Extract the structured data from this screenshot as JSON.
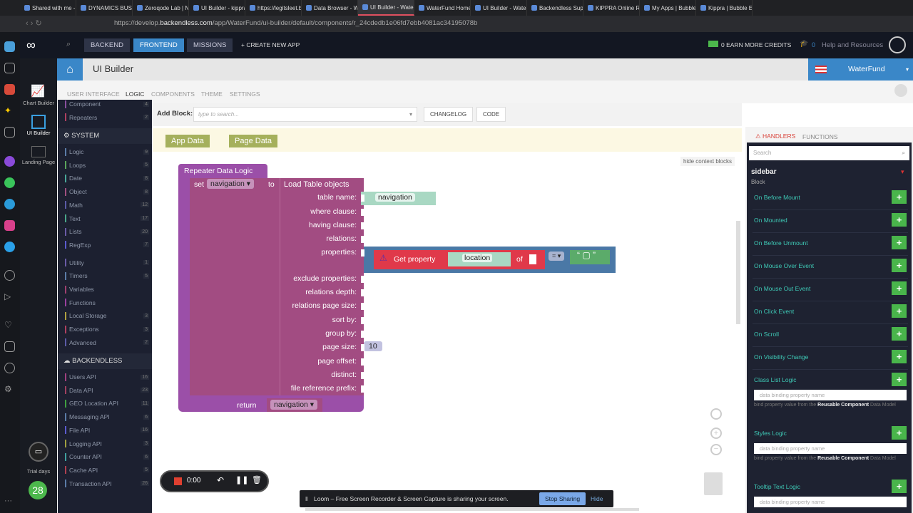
{
  "browser": {
    "tabs": [
      "Shared with me - G",
      "DYNAMICS BUSINE",
      "Zeroqode Lab | No",
      "UI Builder - kippra",
      "https://legitsleet.b",
      "Data Browser - Wa",
      "UI Builder - WaterF",
      "WaterFund Home p",
      "UI Builder - WaterF",
      "Backendless Suppo",
      "KIPPRA Online Reg",
      "My Apps | Bubble",
      "Kippra | Bubble Edi"
    ],
    "active_tab": 6,
    "url_prefix": "https://develop.",
    "url_domain": "backendless.com",
    "url_path": "/app/WaterFund/ui-builder/default/components/r_24cdedb1e06fd7ebb4081ac34195078b"
  },
  "apps": {
    "items": [
      "Chart Builder",
      "UI Builder",
      "Landing Page"
    ],
    "trial": "Trial days",
    "trial_count": "28"
  },
  "header": {
    "nav": [
      "BACKEND",
      "FRONTEND",
      "MISSIONS"
    ],
    "active": "FRONTEND",
    "create": "+ CREATE NEW APP",
    "credits": "0 EARN MORE CREDITS",
    "missions_count": "0",
    "help": "Help and Resources"
  },
  "ub": {
    "title": "UI Builder",
    "app": "WaterFund",
    "tabs": [
      "USER INTERFACE",
      "LOGIC",
      "COMPONENTS",
      "THEME",
      "SETTINGS"
    ],
    "active_tab": "LOGIC"
  },
  "blocks_sidebar": {
    "top": [
      {
        "label": "Component",
        "count": "4",
        "color": "#8a4fa0"
      },
      {
        "label": "Repeaters",
        "count": "2",
        "color": "#b04060"
      }
    ],
    "system_title": "SYSTEM",
    "system": [
      {
        "label": "Logic",
        "count": "9",
        "color": "#5b7ca8"
      },
      {
        "label": "Loops",
        "count": "5",
        "color": "#5ba55b"
      },
      {
        "label": "Date",
        "count": "8",
        "color": "#4aa89a"
      },
      {
        "label": "Object",
        "count": "8",
        "color": "#a05080"
      },
      {
        "label": "Math",
        "count": "12",
        "color": "#5b5ba8"
      },
      {
        "label": "Text",
        "count": "17",
        "color": "#4aa88a"
      },
      {
        "label": "Lists",
        "count": "20",
        "color": "#6a5ba8"
      },
      {
        "label": "RegExp",
        "count": "7",
        "color": "#5b5bd0"
      },
      {
        "label": "Utility",
        "count": "1",
        "color": "#6a5ba8"
      },
      {
        "label": "Timers",
        "count": "5",
        "color": "#5b7ca8"
      },
      {
        "label": "Variables",
        "count": "",
        "color": "#a04070"
      },
      {
        "label": "Functions",
        "count": "",
        "color": "#9a40a0"
      },
      {
        "label": "Local Storage",
        "count": "3",
        "color": "#b0a040"
      },
      {
        "label": "Exceptions",
        "count": "3",
        "color": "#b04060"
      },
      {
        "label": "Advanced",
        "count": "2",
        "color": "#5b5ba8"
      }
    ],
    "backendless_title": "BACKENDLESS",
    "backendless": [
      {
        "label": "Users API",
        "count": "16",
        "color": "#a04080"
      },
      {
        "label": "Data API",
        "count": "23",
        "color": "#a04060"
      },
      {
        "label": "GEO Location API",
        "count": "11",
        "color": "#40a040"
      },
      {
        "label": "Messaging API",
        "count": "6",
        "color": "#5b7ca8"
      },
      {
        "label": "File API",
        "count": "16",
        "color": "#5b5bd0"
      },
      {
        "label": "Logging API",
        "count": "3",
        "color": "#a0a040"
      },
      {
        "label": "Counter API",
        "count": "6",
        "color": "#40a0a0"
      },
      {
        "label": "Cache API",
        "count": "5",
        "color": "#b04050"
      },
      {
        "label": "Transaction API",
        "count": "26",
        "color": "#5b7ca8"
      }
    ]
  },
  "toolbar": {
    "add_block": "Add Block:",
    "search_placeholder": "type to search...",
    "changelog": "CHANGELOG",
    "code": "CODE"
  },
  "context": {
    "blocks": [
      "App Data",
      "Page Data"
    ],
    "hide": "hide context blocks"
  },
  "logic": {
    "title": "Repeater Data Logic",
    "set": "set",
    "var": "navigation",
    "to": "to",
    "load": "Load Table objects",
    "fields": [
      "table name:",
      "where clause:",
      "having clause:",
      "relations:",
      "properties:",
      "exclude properties:",
      "relations depth:",
      "relations page size:",
      "sort by:",
      "group by:",
      "page size:",
      "page offset:",
      "distinct:",
      "file reference prefix:"
    ],
    "table_name": "navigation",
    "get_property": "Get property",
    "property": "location",
    "of": "of",
    "op": "=",
    "page_size": "10",
    "return": "return",
    "return_var": "navigation"
  },
  "right": {
    "tabs": [
      "HANDLERS",
      "FUNCTIONS"
    ],
    "search_placeholder": "Search",
    "component": "sidebar",
    "component_type": "Block",
    "handlers": [
      "On Before Mount",
      "On Mounted",
      "On Before Unmount",
      "On Mouse Over Event",
      "On Mouse Out Event",
      "On Click Event",
      "On Scroll",
      "On Visibility Change",
      "Class List Logic",
      "Styles Logic",
      "Tooltip Text Logic"
    ],
    "bind_placeholder": "data binding property name",
    "bind_help_pre": "bind property value from the ",
    "bind_help_bold": "Reusable Component",
    "bind_help_post": " Data Model"
  },
  "loom": {
    "msg": "Loom – Free Screen Recorder & Screen Capture is sharing your screen.",
    "stop": "Stop Sharing",
    "hide": "Hide"
  },
  "recorder": {
    "time": "0:00"
  }
}
